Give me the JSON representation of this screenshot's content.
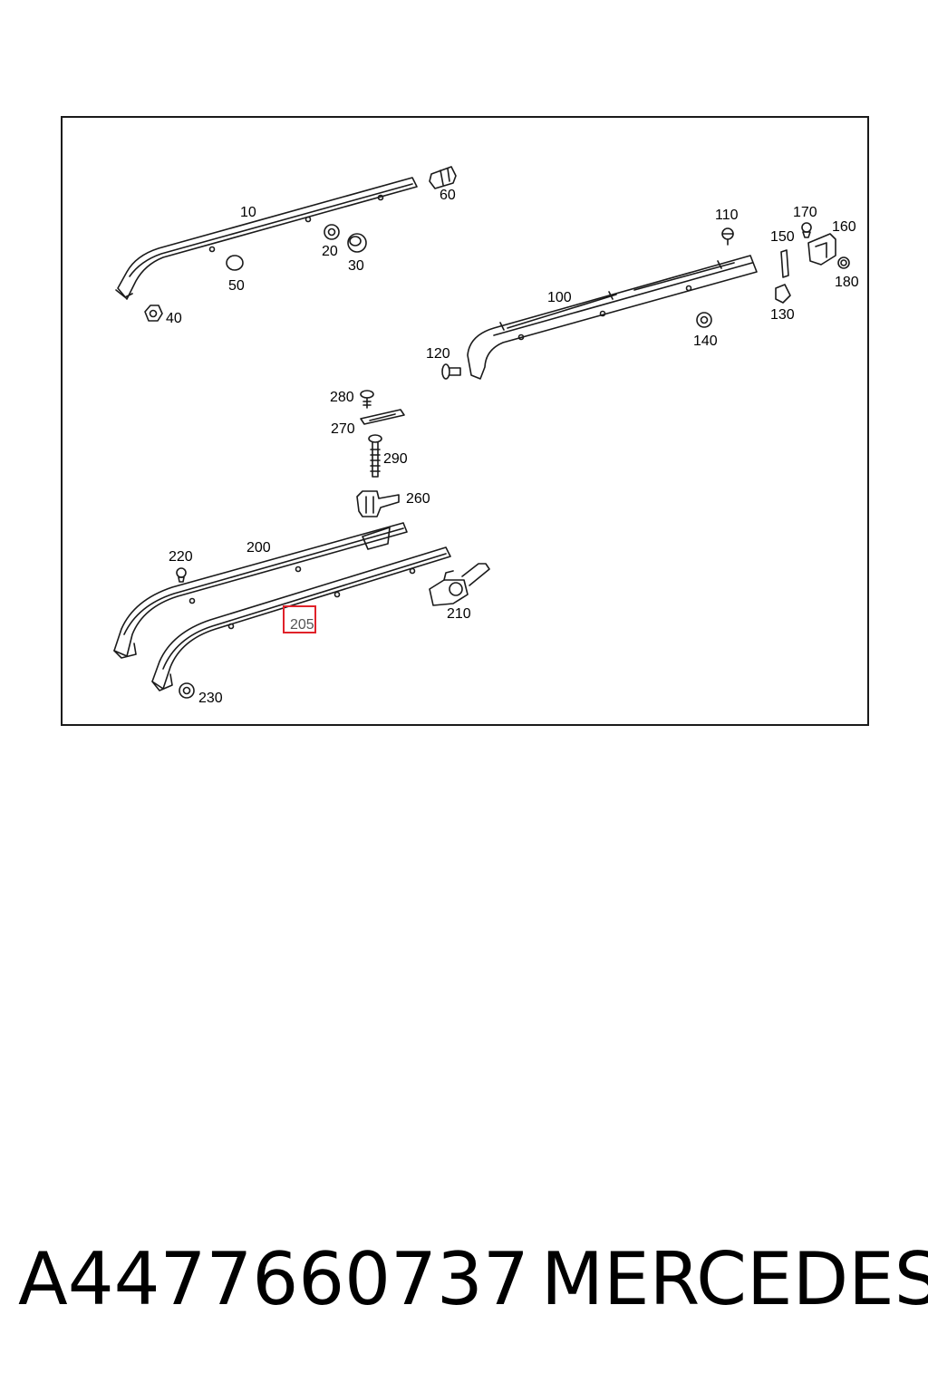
{
  "diagram": {
    "labels": {
      "p10": "10",
      "p20": "20",
      "p30": "30",
      "p40": "40",
      "p50": "50",
      "p60": "60",
      "p100": "100",
      "p110": "110",
      "p120": "120",
      "p130": "130",
      "p140": "140",
      "p150": "150",
      "p160": "160",
      "p170": "170",
      "p180": "180",
      "p200": "200",
      "p205": "205",
      "p210": "210",
      "p220": "220",
      "p230": "230",
      "p260": "260",
      "p270": "270",
      "p280": "280",
      "p290": "290"
    },
    "highlighted_part": "205",
    "highlight_color": "#e0222a",
    "line_color": "#1a1a1a"
  },
  "footer": {
    "part_number": "A4477660737",
    "brand": "MERCEDES"
  }
}
